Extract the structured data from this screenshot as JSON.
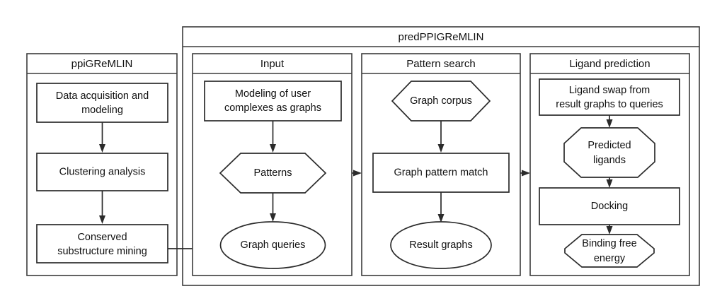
{
  "diagram": {
    "outer_container": {
      "title": "predPPIGReMLIN"
    },
    "panels": [
      {
        "id": "ppigremlin",
        "title": "ppiGReMLIN",
        "nodes": [
          {
            "id": "data-acquisition",
            "shape": "rect",
            "label_line1": "Data acquisition and",
            "label_line2": "modeling"
          },
          {
            "id": "clustering-analysis",
            "shape": "rect",
            "label_line1": "Clustering analysis",
            "label_line2": ""
          },
          {
            "id": "conserved-substructure-mining",
            "shape": "rect",
            "label_line1": "Conserved",
            "label_line2": "substructure mining"
          }
        ]
      },
      {
        "id": "input",
        "title": "Input",
        "nodes": [
          {
            "id": "modeling-user-complexes",
            "shape": "rect",
            "label_line1": "Modeling of user",
            "label_line2": "complexes as graphs"
          },
          {
            "id": "patterns",
            "shape": "hexagon",
            "label_line1": "Patterns",
            "label_line2": ""
          },
          {
            "id": "graph-queries",
            "shape": "ellipse",
            "label_line1": "Graph queries",
            "label_line2": ""
          }
        ]
      },
      {
        "id": "pattern-search",
        "title": "Pattern search",
        "nodes": [
          {
            "id": "graph-corpus",
            "shape": "hexagon",
            "label_line1": "Graph corpus",
            "label_line2": ""
          },
          {
            "id": "graph-pattern-match",
            "shape": "rect",
            "label_line1": "Graph pattern match",
            "label_line2": ""
          },
          {
            "id": "result-graphs",
            "shape": "ellipse",
            "label_line1": "Result graphs",
            "label_line2": ""
          }
        ]
      },
      {
        "id": "ligand-prediction",
        "title": "Ligand prediction",
        "nodes": [
          {
            "id": "ligand-swap",
            "shape": "rect",
            "label_line1": "Ligand swap from",
            "label_line2": "result graphs to queries"
          },
          {
            "id": "predicted-ligands",
            "shape": "octagon",
            "label_line1": "Predicted",
            "label_line2": "ligands"
          },
          {
            "id": "docking",
            "shape": "rect",
            "label_line1": "Docking",
            "label_line2": ""
          },
          {
            "id": "binding-free-energy",
            "shape": "octagon",
            "label_line1": "Binding free",
            "label_line2": "energy"
          }
        ]
      }
    ],
    "colors": {
      "background": "#ffffff",
      "shape_stroke": "#2b2b2b",
      "panel_stroke": "#3c3c3c",
      "text": "#101010"
    }
  }
}
